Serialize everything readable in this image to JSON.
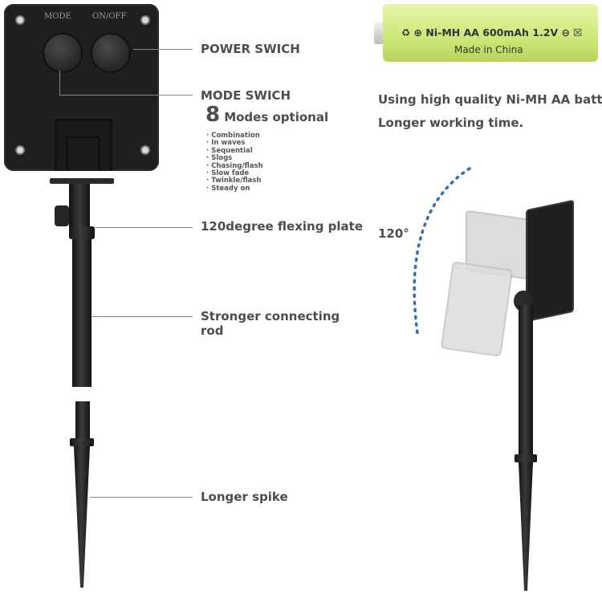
{
  "control_box": {
    "mode_label": "MODE",
    "onoff_label": "ON/OFF"
  },
  "labels": {
    "power_switch": "POWER SWICH",
    "mode_switch": "MODE SWICH",
    "modes_count": "8",
    "modes_optional": "Modes optional",
    "flexing_plate": "120degree flexing plate",
    "connecting_rod_line1": "Stronger connecting",
    "connecting_rod_line2": "rod",
    "spike": "Longer spike",
    "angle": "120°"
  },
  "modes": [
    "Combination",
    "In waves",
    "Sequential",
    "Slogs",
    "Chasing/flash",
    "Slow fade",
    "Twinkle/flash",
    "Steady on"
  ],
  "battery": {
    "line1": "♻ ⊕ Ni-MH AA 600mAh 1.2V ⊖ ☒",
    "line2": "Made in China"
  },
  "battery_caption": {
    "line1": "Using high quality Ni-MH AA battery",
    "line2": "Longer working time."
  },
  "colors": {
    "arc": "#2f6fb5",
    "device": "#1f1f1f",
    "battery": "#d4ec86"
  }
}
